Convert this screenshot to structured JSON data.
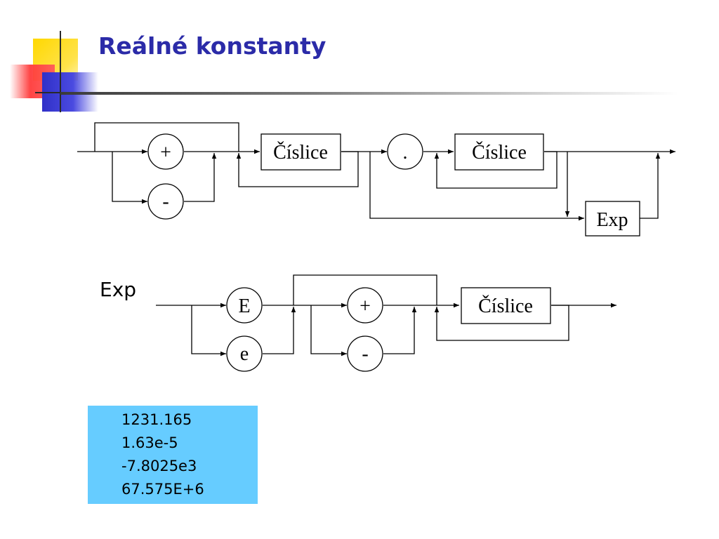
{
  "title": "Reálné konstanty",
  "diagram": {
    "plus": "+",
    "minus": "-",
    "dot": ".",
    "digits": "Číslice",
    "exp_box": "Exp",
    "E_upper": "E",
    "e_lower": "e"
  },
  "exp_section_label": "Exp",
  "examples": [
    "1231.165",
    "1.63e-5",
    "-7.8025e3",
    "67.575E+6"
  ]
}
